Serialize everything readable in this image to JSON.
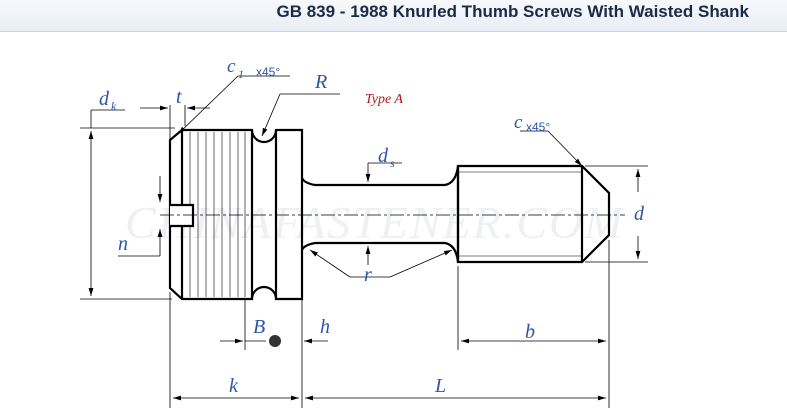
{
  "header": {
    "title": "GB 839 - 1988 Knurled Thumb Screws With Waisted Shank"
  },
  "drawing": {
    "type_label": "Type A",
    "watermark": "CHINAFASTENER.COM",
    "labels": {
      "dk": "d",
      "dk_sub": "k",
      "t": "t",
      "c1": "c",
      "c1_sub": "1",
      "c1_angle": "x45°",
      "R": "R",
      "ds": "d",
      "ds_sub": "s",
      "c": "c",
      "c_angle": "x45°",
      "d": "d",
      "n": "n",
      "r": "r",
      "B": "B",
      "h": "h",
      "b": "b",
      "k": "k",
      "L": "L"
    },
    "colors": {
      "line": "#000000",
      "dimension": "#2d55a8",
      "type_label": "#b0181c"
    }
  }
}
